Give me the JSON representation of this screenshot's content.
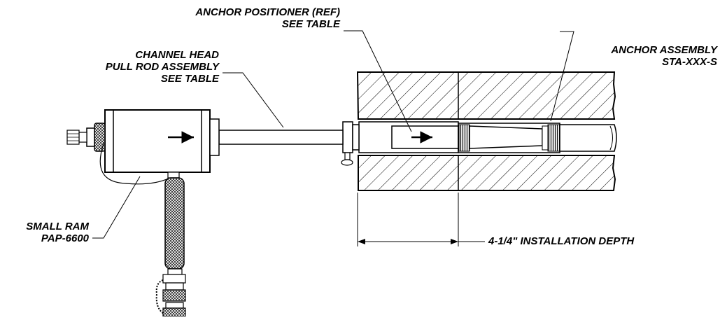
{
  "labels": {
    "anchor_positioner": [
      "ANCHOR POSITIONER (REF)",
      "SEE TABLE"
    ],
    "channel_head": [
      "CHANNEL HEAD",
      "PULL ROD ASSEMBLY",
      "SEE TABLE"
    ],
    "anchor_assembly": [
      "ANCHOR ASSEMBLY",
      "STA-XXX-S"
    ],
    "small_ram": [
      "SMALL RAM",
      "PAP-6600"
    ],
    "installation_depth": "4-1/4\" INSTALLATION DEPTH"
  },
  "colors": {
    "line": "#000000",
    "background": "#ffffff"
  }
}
